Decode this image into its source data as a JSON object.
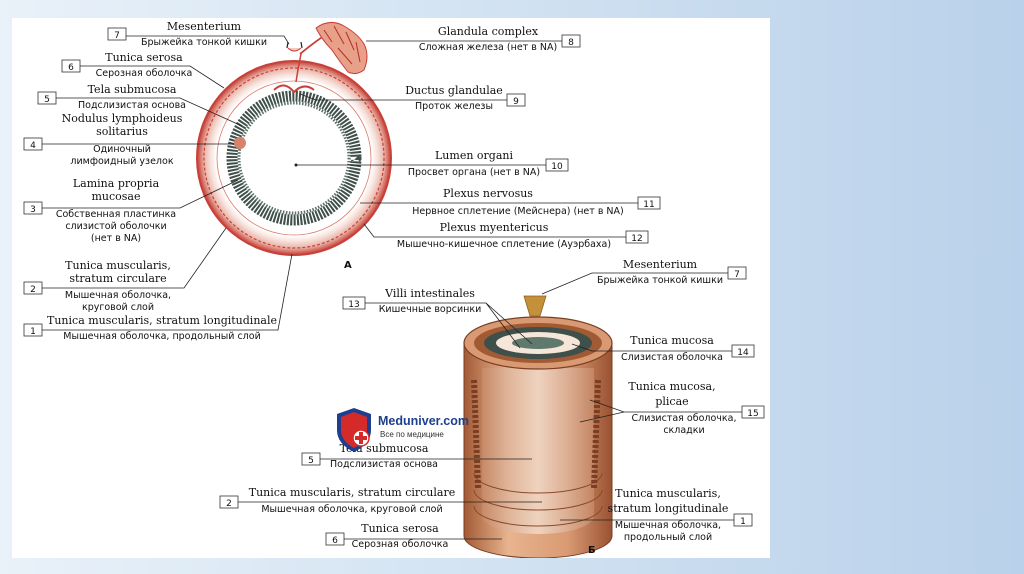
{
  "figure_a": "А",
  "figure_b": "Б",
  "labels": {
    "l7a": {
      "num": "7",
      "lat": "Mesenterium",
      "ru": "Брыжейка тонкой кишки"
    },
    "l6a": {
      "num": "6",
      "lat": "Tunica serosa",
      "ru": "Серозная оболочка"
    },
    "l5a": {
      "num": "5",
      "lat": "Tela submucosa",
      "ru": "Подслизистая основа"
    },
    "l4": {
      "num": "4",
      "lat1": "Nodulus lymphoideus",
      "lat2": "solitarius",
      "ru1": "Одиночный",
      "ru2": "лимфоидный узелок"
    },
    "l3": {
      "num": "3",
      "lat1": "Lamina propria",
      "lat2": "mucosae",
      "ru1": "Собственная пластинка",
      "ru2": "слизистой оболочки",
      "ru3": "(нет в NA)"
    },
    "l2a": {
      "num": "2",
      "lat1": "Tunica muscularis,",
      "lat2": "stratum circulare",
      "ru1": "Мышечная оболочка,",
      "ru2": "круговой слой"
    },
    "l1a": {
      "num": "1",
      "lat": "Tunica muscularis, stratum longitudinale",
      "ru": "Мышечная оболочка, продольный слой"
    },
    "l8": {
      "num": "8",
      "lat": "Glandula complex",
      "ru": "Сложная железа (нет в NA)"
    },
    "l9": {
      "num": "9",
      "lat": "Ductus glandulae",
      "ru": "Проток железы"
    },
    "l10": {
      "num": "10",
      "lat": "Lumen organi",
      "ru": "Просвет органа (нет в NA)"
    },
    "l11": {
      "num": "11",
      "lat": "Plexus nervosus",
      "ru": "Нервное сплетение (Мейснера) (нет в NA)"
    },
    "l12": {
      "num": "12",
      "lat": "Plexus myentericus",
      "ru": "Мышечно-кишечное сплетение (Ауэрбаха)"
    },
    "l7b": {
      "num": "7",
      "lat": "Mesenterium",
      "ru": "Брыжейка тонкой кишки"
    },
    "l13": {
      "num": "13",
      "lat": "Villi intestinales",
      "ru": "Кишечные ворсинки"
    },
    "l14": {
      "num": "14",
      "lat": "Tunica mucosa",
      "ru": "Слизистая оболочка"
    },
    "l15": {
      "num": "15",
      "lat1": "Tunica mucosa,",
      "lat2": "plicae",
      "ru1": "Слизистая оболочка,",
      "ru2": "складки"
    },
    "l5b": {
      "num": "5",
      "lat": "Tela submucosa",
      "ru": "Подслизистая основа"
    },
    "l2b": {
      "num": "2",
      "lat": "Tunica muscularis, stratum circulare",
      "ru": "Мышечная оболочка, круговой слой"
    },
    "l1b": {
      "num": "1",
      "lat1": "Tunica muscularis,",
      "lat2": "stratum longitudinale",
      "ru1": "Мышечная оболочка,",
      "ru2": "продольный слой"
    },
    "l6b": {
      "num": "6",
      "lat": "Tunica serosa",
      "ru": "Серозная оболочка"
    }
  },
  "logo": {
    "brand": "Meduniver.com",
    "tagline": "Все по медицине"
  },
  "colors": {
    "serosa": "#c8403a",
    "muscle": "#e8b8a8",
    "mucosa": "#3f4f4a",
    "lumen": "#ffffff",
    "cylinder": "#d99a73",
    "cylinder_dark": "#a35a36"
  }
}
